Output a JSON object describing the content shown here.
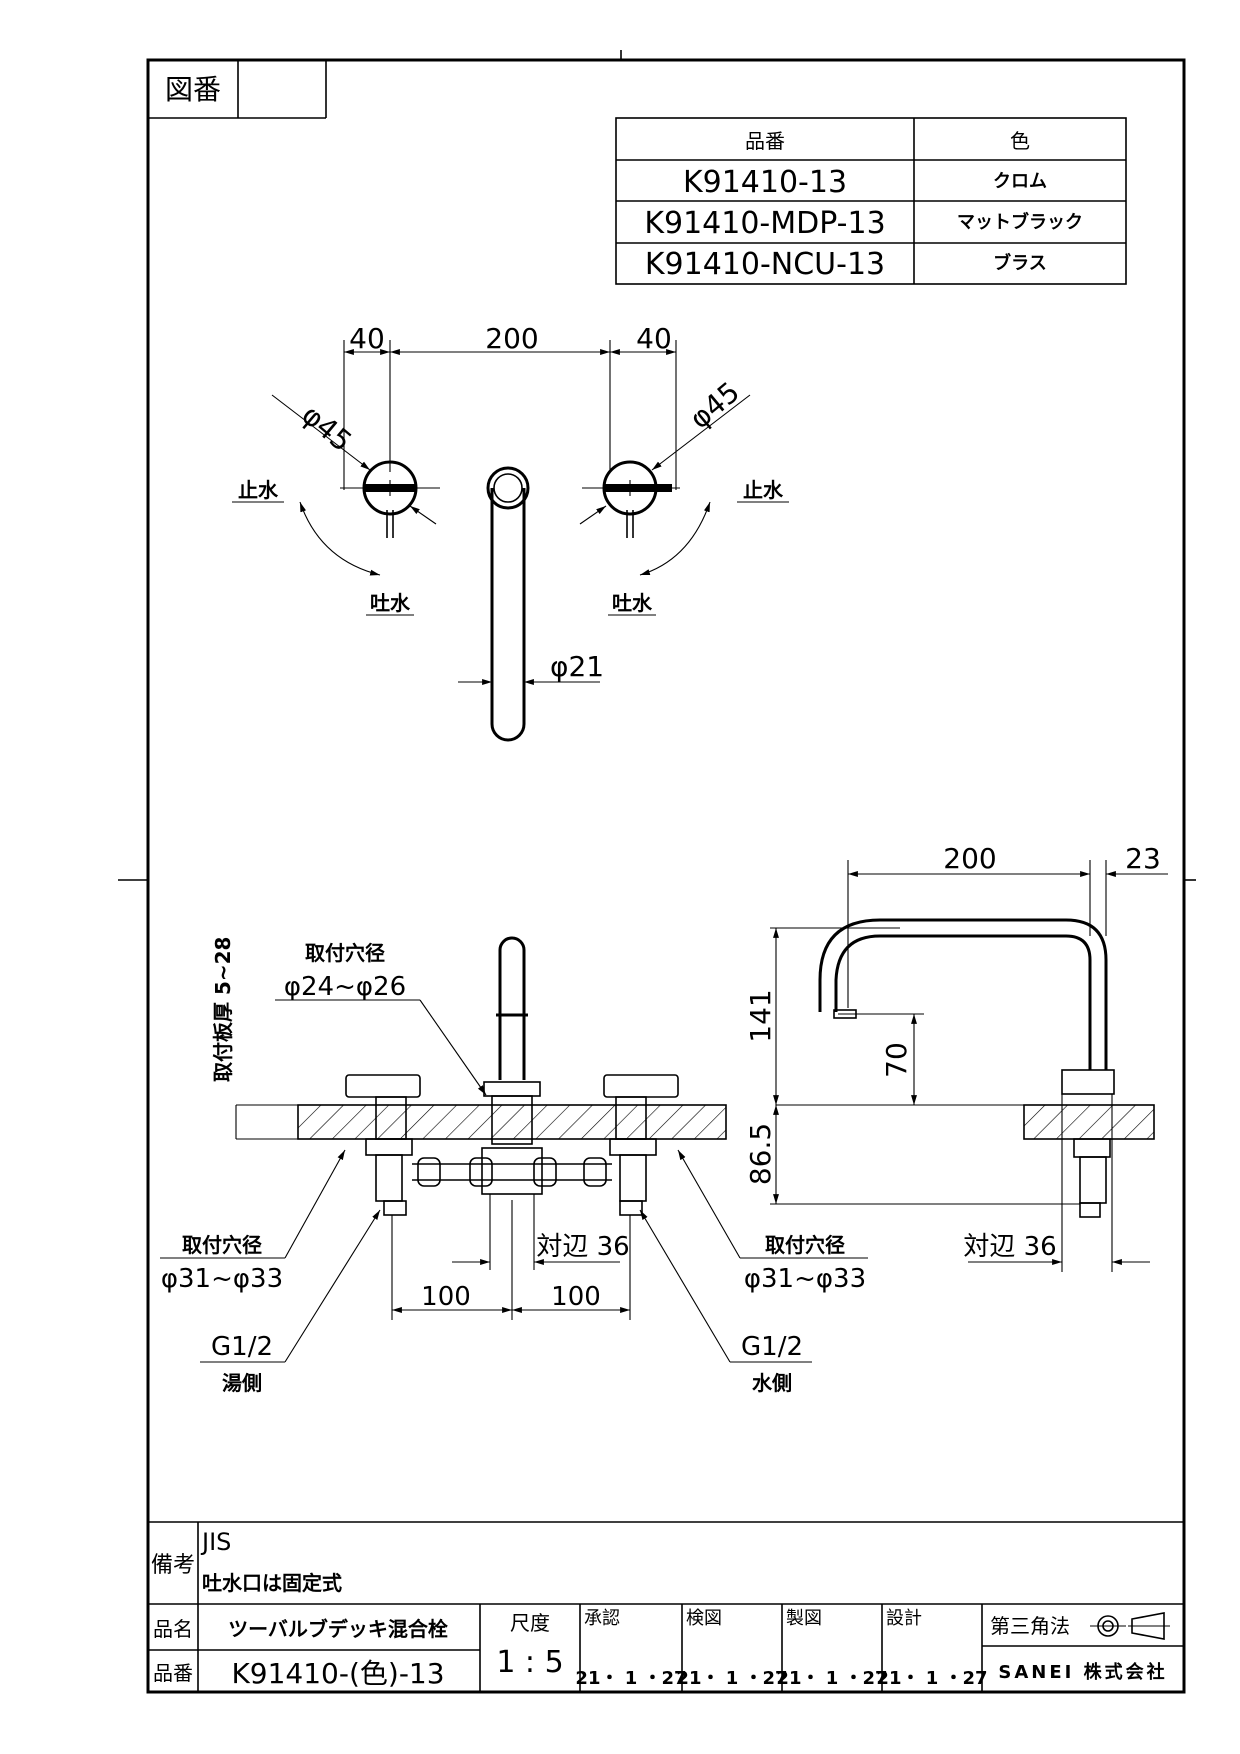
{
  "title_block": {
    "drawing_no_label": "図番",
    "drawing_no_value": "",
    "remarks_label": "備考",
    "remarks_lines": [
      "JIS",
      "吐水口は固定式"
    ],
    "product_name_label": "品名",
    "product_name": "ツーバルブデッキ混合栓",
    "product_no_label": "品番",
    "product_no": "K91410-(色)-13",
    "scale_label": "尺度",
    "scale_value": "1 : 5",
    "approval_label": "承認",
    "check_label": "検図",
    "drafting_label": "製図",
    "design_label": "設計",
    "approval_date": "21・ 1 ・27",
    "check_date": "21・ 1 ・27",
    "drafting_date": "21・ 1 ・27",
    "design_date": "21・ 1 ・27",
    "projection_label": "第三角法",
    "company": "SANEI 株式会社"
  },
  "color_table": {
    "headers": [
      "品番",
      "色"
    ],
    "rows": [
      {
        "part_no": "K91410-13",
        "color": "クロム"
      },
      {
        "part_no": "K91410-MDP-13",
        "color": "マットブラック"
      },
      {
        "part_no": "K91410-NCU-13",
        "color": "ブラス"
      }
    ]
  },
  "top_view": {
    "dim_left": "40",
    "dim_center": "200",
    "dim_right": "40",
    "dia_left": "φ45",
    "dia_right": "φ45",
    "dia_spout": "φ21",
    "stop_left": "止水",
    "stop_right": "止水",
    "discharge_left": "吐水",
    "discharge_right": "吐水"
  },
  "front_view": {
    "plate_thickness": "取付板厚 5~28",
    "hole_center_label": "取付穴径",
    "hole_center_value": "φ24~φ26",
    "hole_left_label": "取付穴径",
    "hole_left_value": "φ31~φ33",
    "hole_right_label": "取付穴径",
    "hole_right_value": "φ31~φ33",
    "across_flats": "対辺 36",
    "dim_left": "100",
    "dim_right": "100",
    "thread_left": "G1/2",
    "thread_left_side": "湯側",
    "thread_right": "G1/2",
    "thread_right_side": "水側"
  },
  "side_view": {
    "dim_reach": "200",
    "dim_offset": "23",
    "dim_height": "141",
    "dim_spout_height": "70",
    "dim_below": "86.5",
    "across_flats": "対辺 36"
  }
}
